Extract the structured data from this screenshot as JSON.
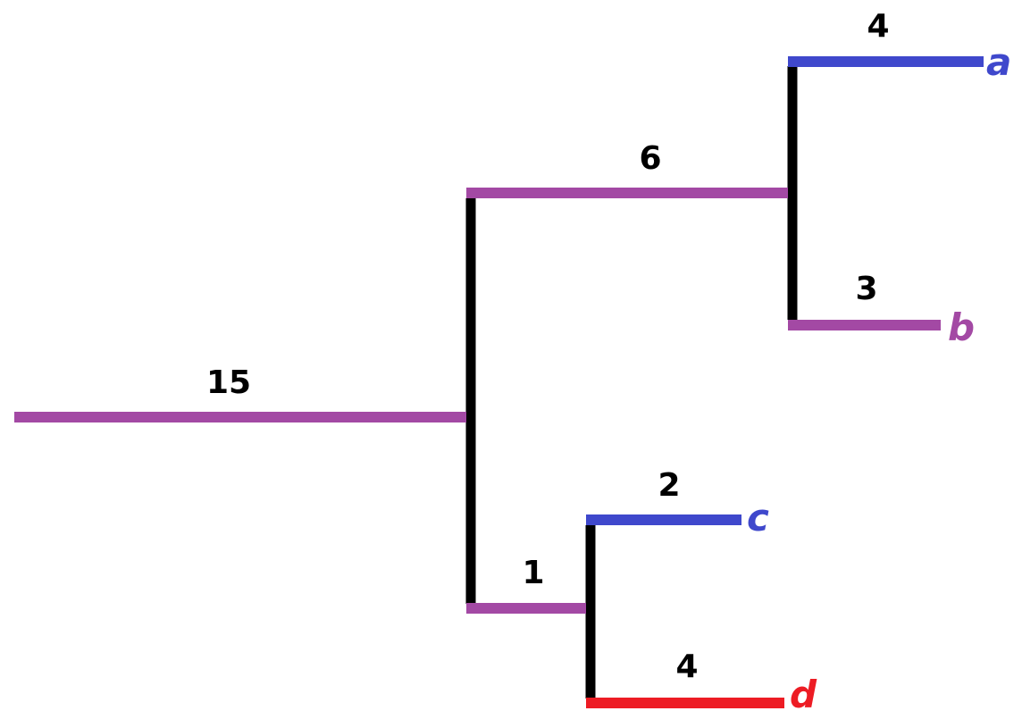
{
  "colors": {
    "purple": "#A349A4",
    "blue": "#3F48CC",
    "red": "#ED1C24",
    "black": "#000000"
  },
  "branches": {
    "root": {
      "length_label": "15"
    },
    "upper": {
      "length_label": "6"
    },
    "lower": {
      "length_label": "1"
    },
    "a": {
      "length_label": "4",
      "leaf": "a"
    },
    "b": {
      "length_label": "3",
      "leaf": "b"
    },
    "c": {
      "length_label": "2",
      "leaf": "c"
    },
    "d": {
      "length_label": "4",
      "leaf": "d"
    }
  }
}
